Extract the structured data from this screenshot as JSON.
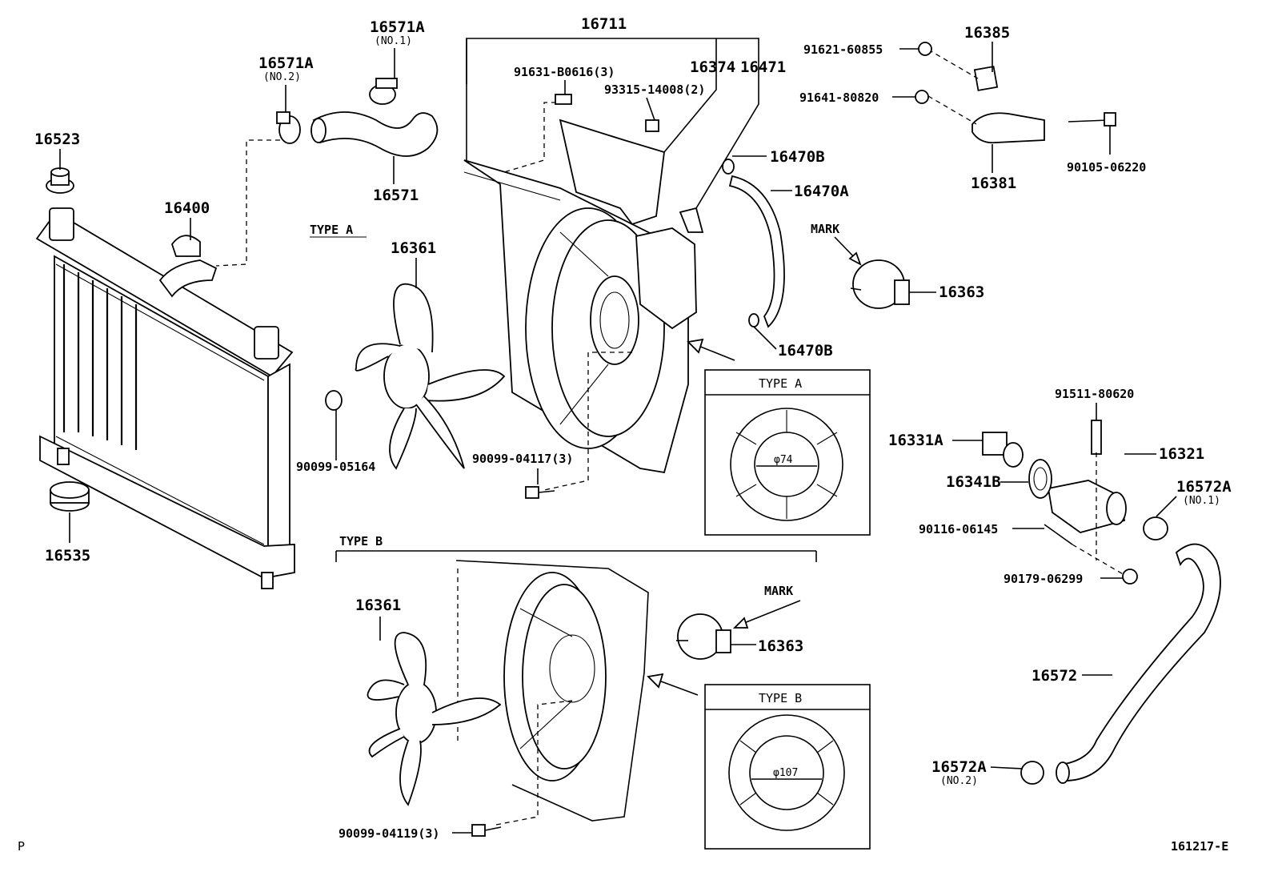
{
  "labels": {
    "radiator": "16400",
    "radiator_cap_cushion": "16523",
    "lower_cushion": "16535",
    "clamp_no2_top": "16571A",
    "clamp_no2_top_note": "(NO.2)",
    "clamp_no1_top": "16571A",
    "clamp_no1_top_note": "(NO.1)",
    "upper_hose": "16571",
    "shroud": "16711",
    "bolt_91631": "91631-B0616(3)",
    "bolt_93315": "93315-14008(2)",
    "part_16374": "16374",
    "part_16471": "16471",
    "clip_top": "16470B",
    "hose_16470A": "16470A",
    "clip_bottom": "16470B",
    "mark_a": "MARK",
    "motor_a": "16363",
    "type_a_heading": "TYPE A",
    "fan_a": "16361",
    "nut_a": "90099-05164",
    "screw_a": "90099-04117(3)",
    "bolt_91621": "91621-60855",
    "part_16385": "16385",
    "bolt_91641": "91641-80820",
    "bracket_16381": "16381",
    "bolt_90105": "90105-06220",
    "bolt_91511": "91511-80620",
    "thermostat": "16331A",
    "gasket": "16341B",
    "water_inlet": "16321",
    "clamp_no1_bottom": "16572A",
    "clamp_no1_bottom_note": "(NO.1)",
    "stud": "90116-06145",
    "nut_90179": "90179-06299",
    "lower_hose": "16572",
    "clamp_no2_bottom": "16572A",
    "clamp_no2_bottom_note": "(NO.2)",
    "type_b_heading": "TYPE B",
    "fan_b": "16361",
    "mark_b": "MARK",
    "motor_b": "16363",
    "screw_b": "90099-04119(3)",
    "corner_p": "P",
    "figure_id": "161217-E"
  },
  "inset_a": {
    "title": "TYPE A",
    "diameter": "φ74"
  },
  "inset_b": {
    "title": "TYPE B",
    "diameter": "φ107"
  }
}
